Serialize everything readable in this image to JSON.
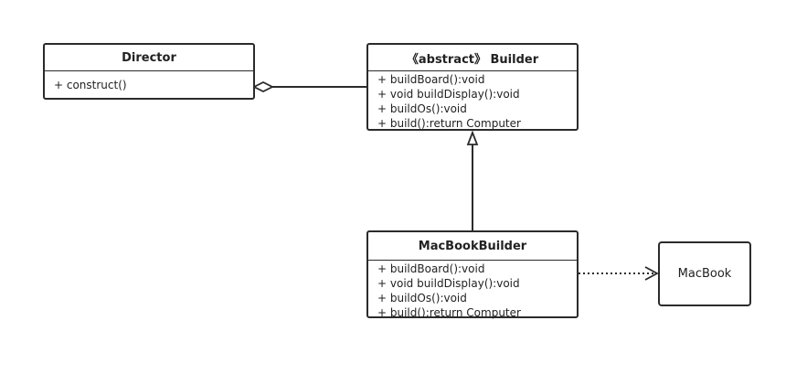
{
  "diagram": {
    "director": {
      "name": "Director",
      "methods": [
        "+ construct()"
      ]
    },
    "builder": {
      "name": "《abstract》 Builder",
      "methods": [
        "+ buildBoard():void",
        "+ void buildDisplay():void",
        "+ buildOs():void",
        "+ build():return Computer"
      ]
    },
    "macbook_builder": {
      "name": "MacBookBuilder",
      "methods": [
        "+ buildBoard():void",
        "+ void buildDisplay():void",
        "+ buildOs():void",
        "+ build():return Computer"
      ]
    },
    "macbook": {
      "name": "MacBook"
    },
    "relations": [
      {
        "from": "Director",
        "to": "Builder",
        "kind": "aggregation"
      },
      {
        "from": "MacBookBuilder",
        "to": "Builder",
        "kind": "generalization"
      },
      {
        "from": "MacBookBuilder",
        "to": "MacBook",
        "kind": "dependency"
      }
    ]
  }
}
